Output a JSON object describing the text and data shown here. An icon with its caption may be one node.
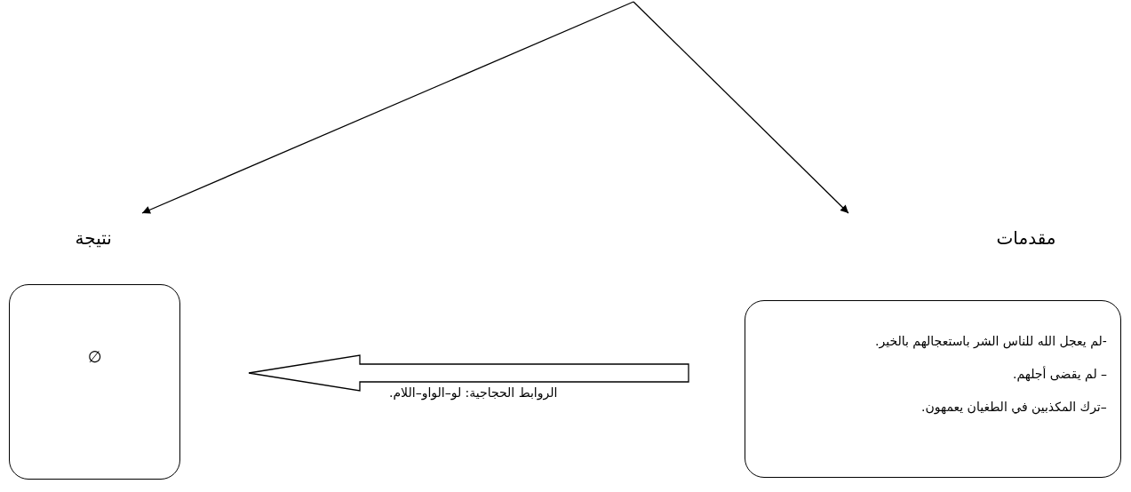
{
  "diagram": {
    "nodes": [
      {
        "text": [
          "نتيجة",
          "∅"
        ]
      },
      {
        "text": [
          "مقدمات",
          "-لم يعجل الله للناس الشر باستعجالهم بالخير.",
          "– لم يقضى أجلهم.",
          "–ترك المكذبين في الطغيان يعمهون."
        ]
      }
    ],
    "edges": [
      {
        "from": null,
        "to": 0,
        "arrow": "to"
      },
      {
        "from": null,
        "to": 1,
        "arrow": "to"
      },
      {
        "from": 1,
        "to": 0,
        "arrow": "to",
        "label": "الروابط الحجاجية: لو–الواو–اللام."
      }
    ]
  }
}
